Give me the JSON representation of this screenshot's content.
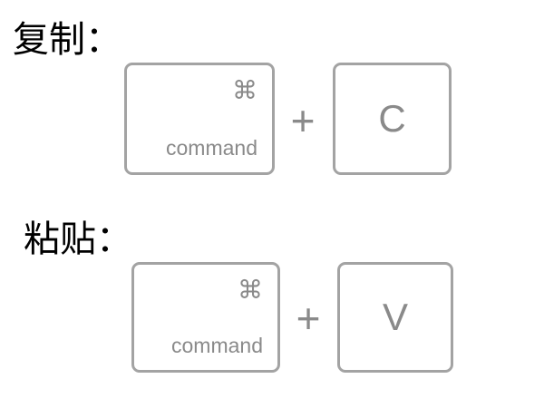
{
  "rows": [
    {
      "label": "复制：",
      "modifier_symbol": "⌘",
      "modifier_name": "command",
      "plus": "+",
      "key": "C"
    },
    {
      "label": "粘贴：",
      "modifier_symbol": "⌘",
      "modifier_name": "command",
      "plus": "+",
      "key": "V"
    }
  ],
  "colors": {
    "text": "#000000",
    "key_border": "#a3a3a3",
    "key_text": "#8a8a8a"
  }
}
